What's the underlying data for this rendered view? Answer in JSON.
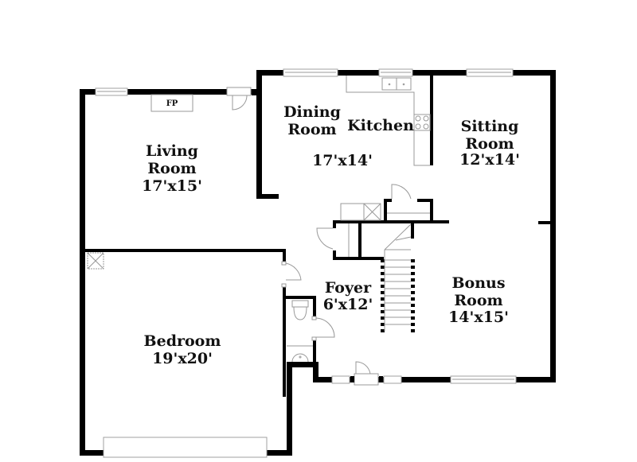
{
  "floorplan": {
    "colors": {
      "wall": "#000000",
      "fixture": "#999999",
      "background": "#ffffff",
      "text": "#111111"
    },
    "rooms": [
      {
        "id": "living",
        "name_line1": "Living",
        "name_line2": "Room",
        "dims": "17'x15'"
      },
      {
        "id": "dining",
        "name_line1": "Dining",
        "name_line2": "Room",
        "dims": "17'x14'"
      },
      {
        "id": "kitchen",
        "name_line1": "Kitchen"
      },
      {
        "id": "sitting",
        "name_line1": "Sitting",
        "name_line2": "Room",
        "dims": "12'x14'"
      },
      {
        "id": "foyer",
        "name_line1": "Foyer",
        "dims": "6'x12'"
      },
      {
        "id": "bonus",
        "name_line1": "Bonus",
        "name_line2": "Room",
        "dims": "14'x15'"
      },
      {
        "id": "bedroom",
        "name_line1": "Bedroom",
        "dims": "19'x20'"
      }
    ],
    "fixtures": {
      "fireplace_label": "FP"
    }
  }
}
